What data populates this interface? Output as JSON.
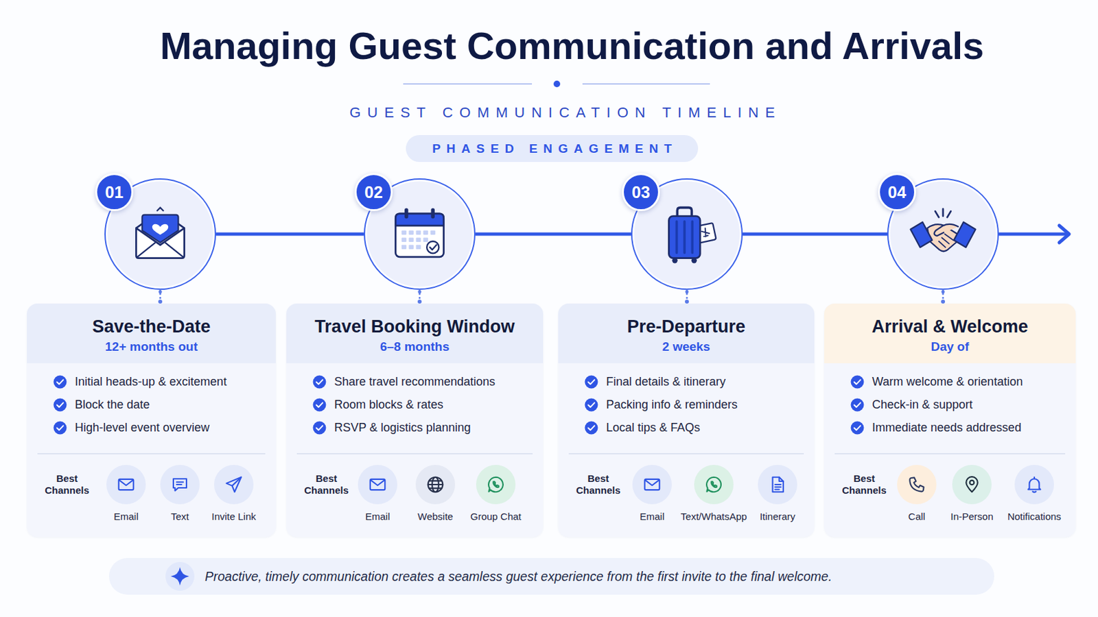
{
  "diagram": {
    "title": "Managing Guest Communication and Arrivals",
    "caption": "Proactive, timely communication creates a seamless guest experience from the first invite to the final welcome.",
    "nodes": [
      {
        "text": [
          "PHASED ENGAGEMENT"
        ]
      },
      {
        "text": [
          "01"
        ]
      },
      {
        "text": [
          "Save-the-Date",
          "12+ months out",
          "Initial heads-up & excitement",
          "Block the date",
          "High-level event overview",
          "Best Channels"
        ]
      },
      {
        "text": [
          "Email"
        ],
        "in": 2
      },
      {
        "text": [
          "Text"
        ],
        "in": 2
      },
      {
        "text": [
          "Invite Link"
        ],
        "in": 2
      },
      {
        "text": [
          "02"
        ]
      },
      {
        "text": [
          "Travel Booking Window",
          "6–8 months",
          "Share travel recommendations",
          "Room blocks & rates",
          "RSVP & logistics planning",
          "Best Channels"
        ]
      },
      {
        "text": [
          "Email"
        ],
        "in": 7
      },
      {
        "text": [
          "Website"
        ],
        "in": 7
      },
      {
        "text": [
          "Group Chat"
        ],
        "in": 7
      },
      {
        "text": [
          "03"
        ]
      },
      {
        "text": [
          "Pre-Departure",
          "2 weeks",
          "Final details & itinerary",
          "Packing info & reminders",
          "Local tips & FAQs",
          "Best Channels"
        ]
      },
      {
        "text": [
          "Email"
        ],
        "in": 12
      },
      {
        "text": [
          "Text/WhatsApp"
        ],
        "in": 12
      },
      {
        "text": [
          "Itinerary"
        ],
        "in": 12
      },
      {
        "text": [
          "04"
        ]
      },
      {
        "text": [
          "Arrival & Welcome",
          "Day of",
          "Warm welcome & orientation",
          "Check-in & support",
          "Immediate needs addressed",
          "Best Channels"
        ]
      },
      {
        "text": [
          "Call"
        ],
        "in": 17
      },
      {
        "text": [
          "In-Person"
        ],
        "in": 17
      },
      {
        "text": [
          "Notifications"
        ],
        "in": 17
      }
    ],
    "edges": [
      {
        "from": 1,
        "to": 6,
        "arrow": "none"
      },
      {
        "from": 6,
        "to": 11,
        "arrow": "none"
      },
      {
        "from": 11,
        "to": 16,
        "arrow": "none"
      },
      {
        "from": 1,
        "to": 2,
        "arrow": "none"
      },
      {
        "from": 6,
        "to": 7,
        "arrow": "none"
      },
      {
        "from": 11,
        "to": 12,
        "arrow": "none"
      },
      {
        "from": 16,
        "to": 17,
        "arrow": "none"
      }
    ],
    "labels": [
      "GUEST COMMUNICATION TIMELINE"
    ]
  }
}
